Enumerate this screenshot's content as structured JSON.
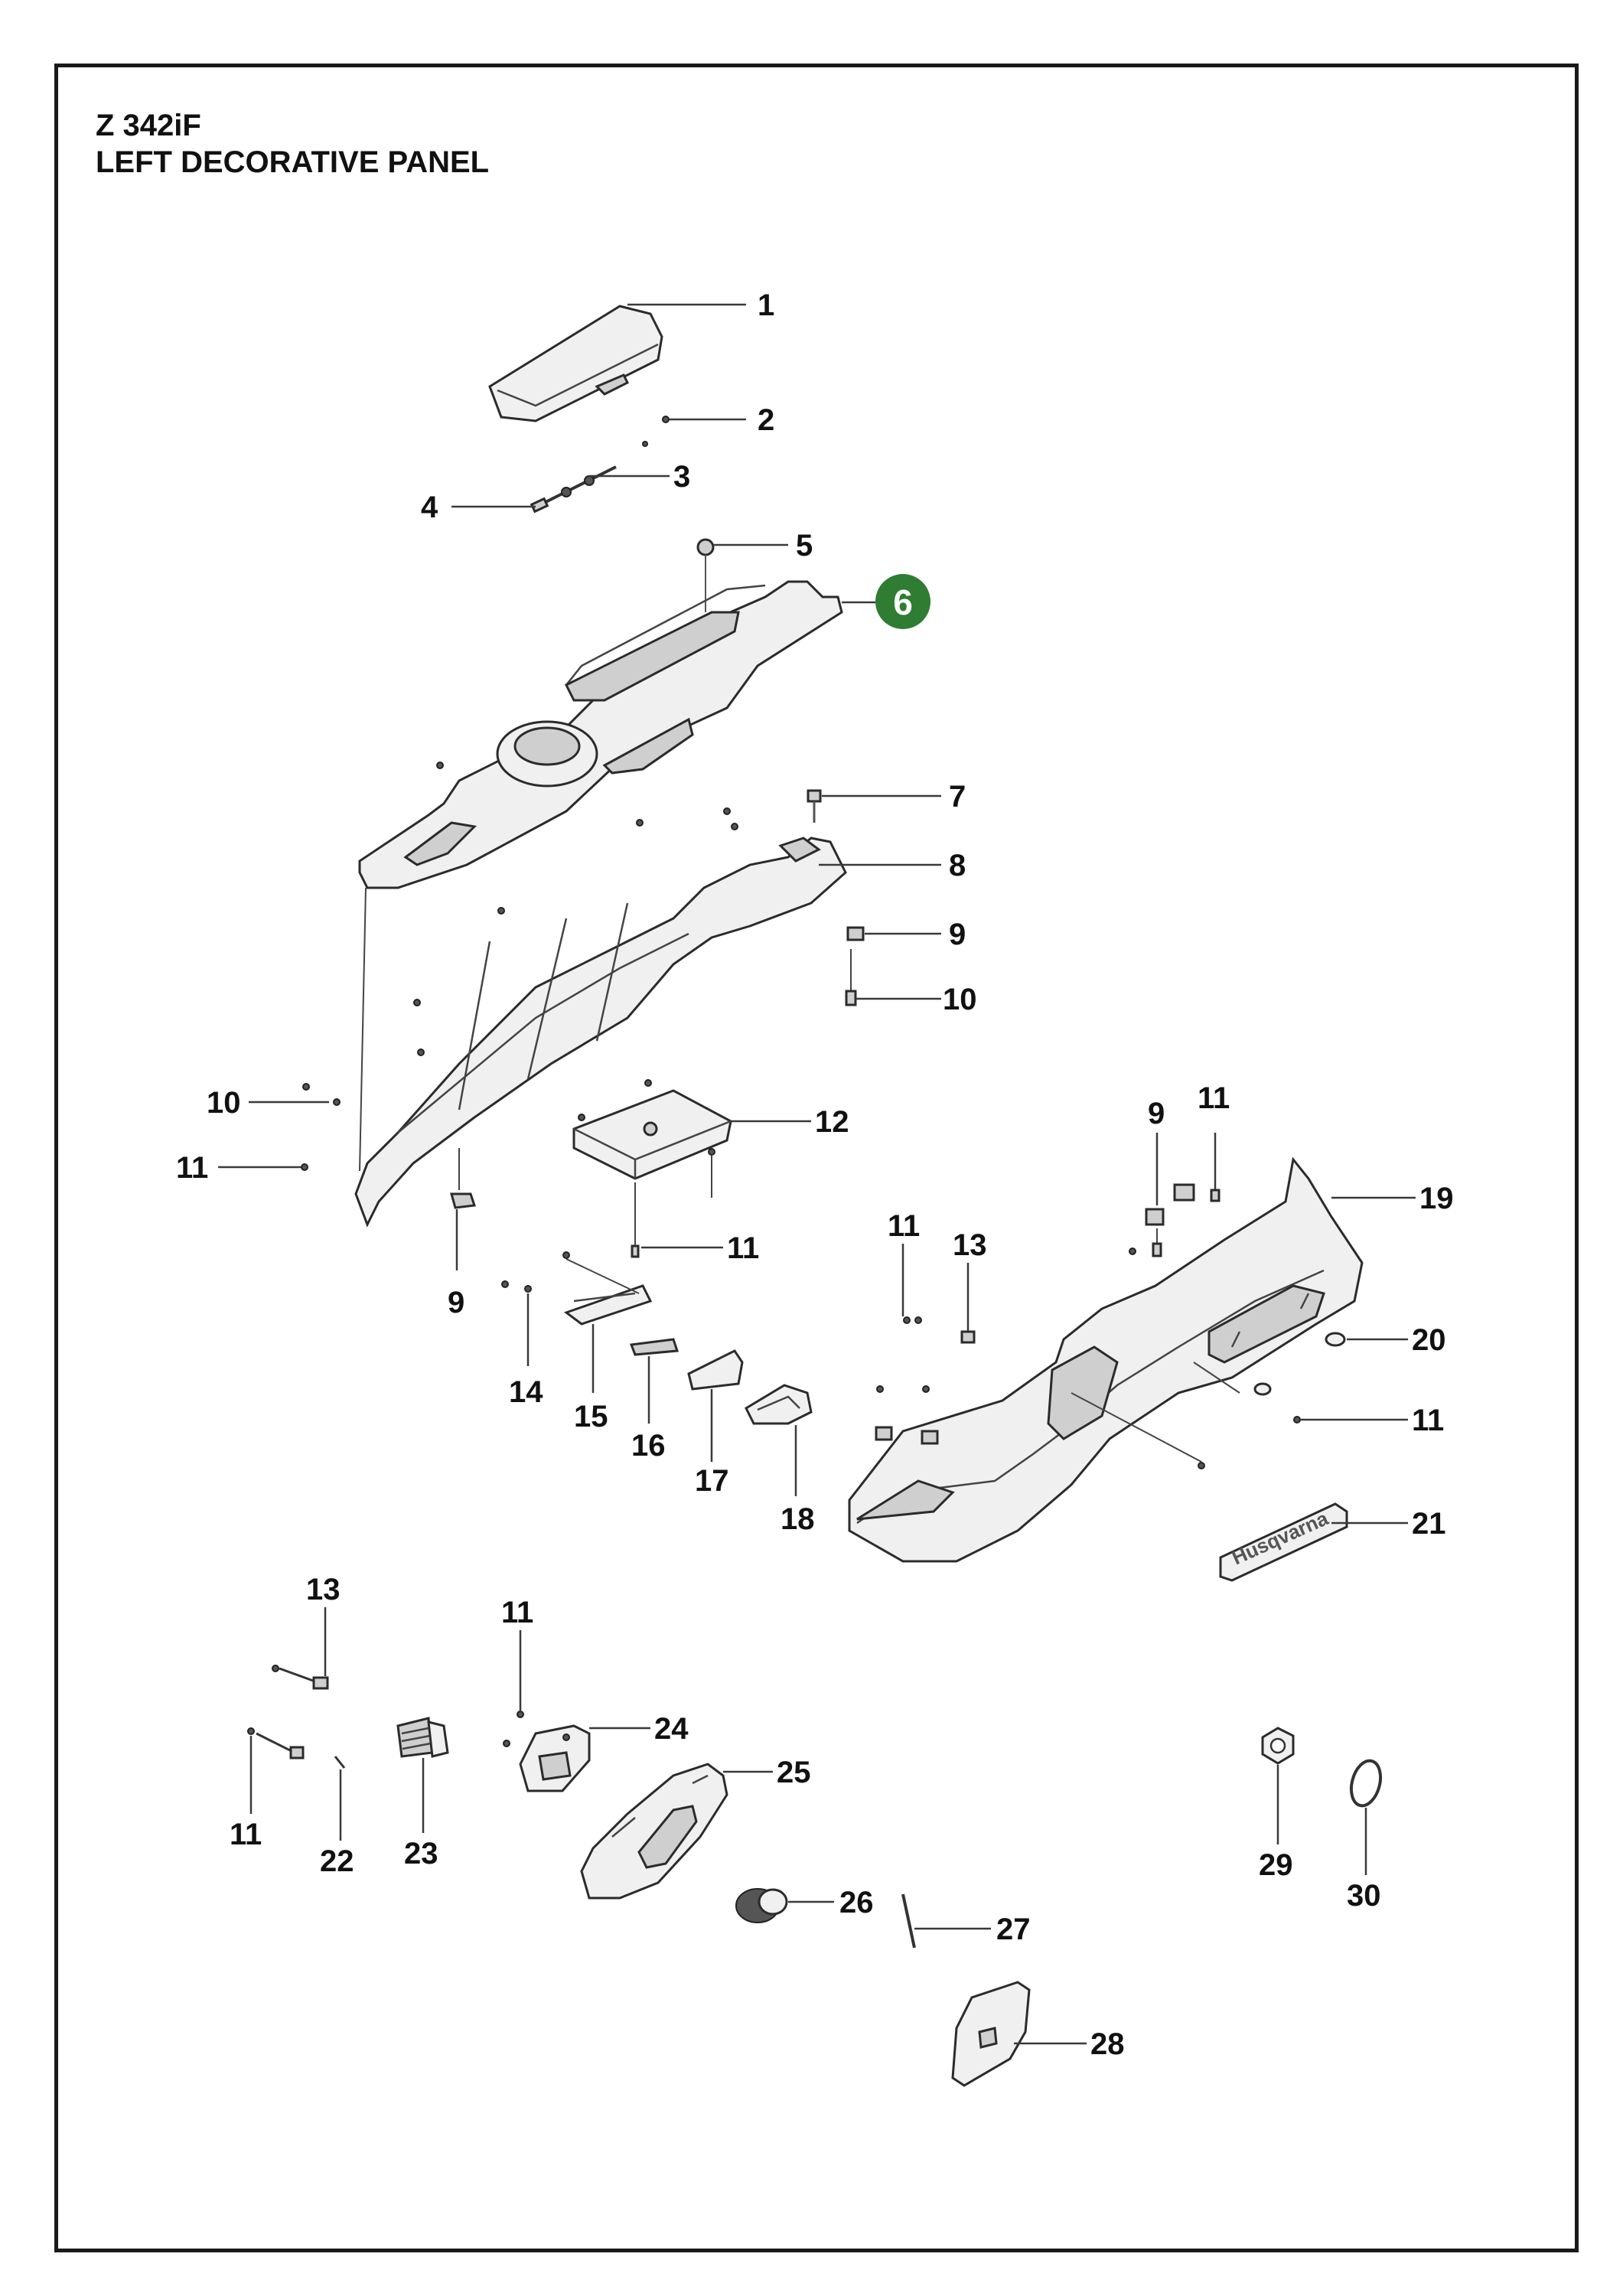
{
  "title": {
    "model": "Z 342iF",
    "name": "LEFT DECORATIVE PANEL"
  },
  "callouts": {
    "c1": "1",
    "c2": "2",
    "c3": "3",
    "c4": "4",
    "c5": "5",
    "c6": "6",
    "c7": "7",
    "c8": "8",
    "c9a": "9",
    "c9b": "9",
    "c9c": "9",
    "c10a": "10",
    "c10b": "10",
    "c11a": "11",
    "c11b": "11",
    "c11c": "11",
    "c11d": "11",
    "c11e": "11",
    "c11f": "11",
    "c11g": "11",
    "c12": "12",
    "c13a": "13",
    "c13b": "13",
    "c14": "14",
    "c15": "15",
    "c16": "16",
    "c17": "17",
    "c18": "18",
    "c19": "19",
    "c20": "20",
    "c21": "21",
    "c22": "22",
    "c23": "23",
    "c24": "24",
    "c25": "25",
    "c26": "26",
    "c27": "27",
    "c28": "28",
    "c29": "29",
    "c30": "30"
  },
  "highlight_color": "#2e7d32",
  "decal_text": "Husqvarna"
}
